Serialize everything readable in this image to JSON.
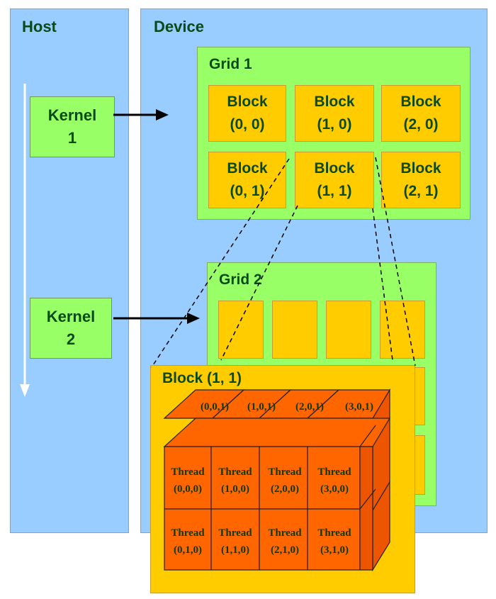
{
  "host": {
    "title": "Host"
  },
  "device": {
    "title": "Device"
  },
  "kernels": [
    {
      "line1": "Kernel",
      "line2": "1"
    },
    {
      "line1": "Kernel",
      "line2": "2"
    }
  ],
  "grid1": {
    "title": "Grid 1",
    "blocks": [
      {
        "label": "Block",
        "coord": "(0, 0)"
      },
      {
        "label": "Block",
        "coord": "(1, 0)"
      },
      {
        "label": "Block",
        "coord": "(2, 0)"
      },
      {
        "label": "Block",
        "coord": "(0, 1)"
      },
      {
        "label": "Block",
        "coord": "(1, 1)"
      },
      {
        "label": "Block",
        "coord": "(2, 1)"
      }
    ]
  },
  "grid2": {
    "title": "Grid 2"
  },
  "block_detail": {
    "title": "Block (1, 1)",
    "back_row": [
      "(0,0,1)",
      "(1,0,1)",
      "(2,0,1)",
      "(3,0,1)"
    ],
    "threads": [
      {
        "label": "Thread",
        "coord": "(0,0,0)"
      },
      {
        "label": "Thread",
        "coord": "(1,0,0)"
      },
      {
        "label": "Thread",
        "coord": "(2,0,0)"
      },
      {
        "label": "Thread",
        "coord": "(3,0,0)"
      },
      {
        "label": "Thread",
        "coord": "(0,1,0)"
      },
      {
        "label": "Thread",
        "coord": "(1,1,0)"
      },
      {
        "label": "Thread",
        "coord": "(2,1,0)"
      },
      {
        "label": "Thread",
        "coord": "(3,1,0)"
      }
    ]
  },
  "colors": {
    "panel": "#99ccff",
    "green": "#99ff66",
    "block": "#ffcc00",
    "thread": "#ff6600",
    "text": "#0a4a1a"
  }
}
